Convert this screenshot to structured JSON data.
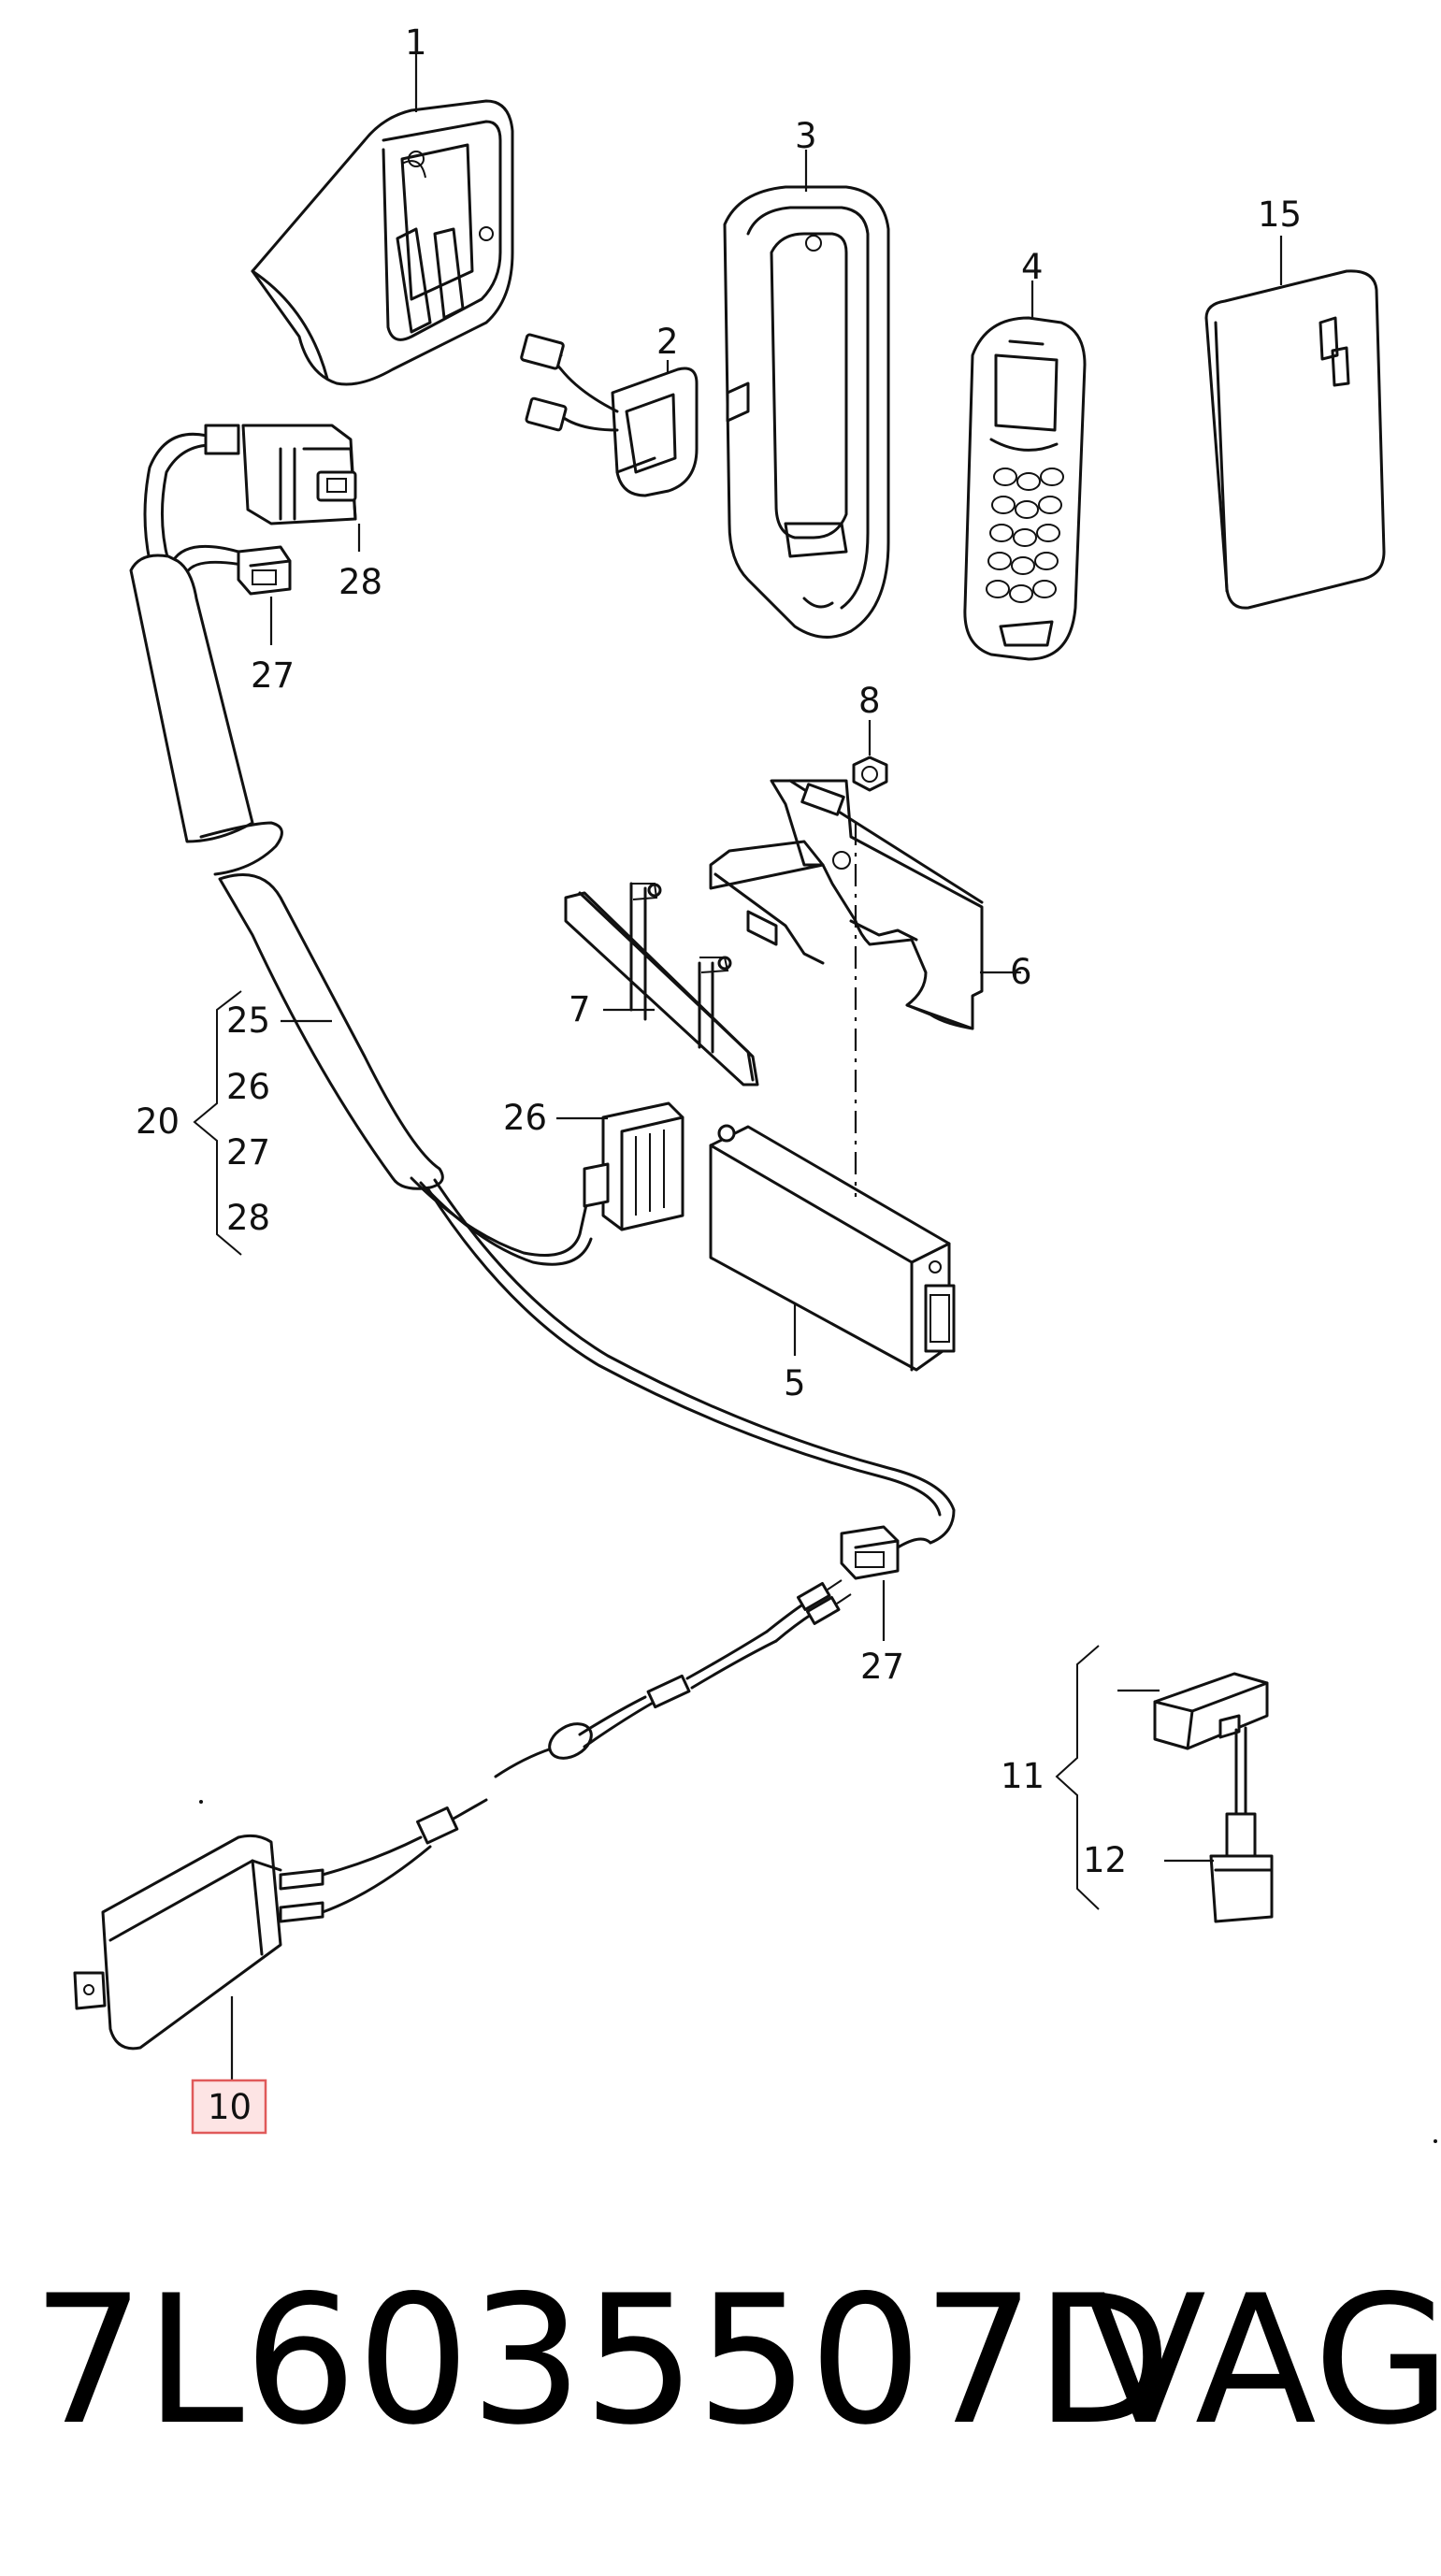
{
  "labels": {
    "p1": "1",
    "p2": "2",
    "p3": "3",
    "p4": "4",
    "p15": "15",
    "p28a": "28",
    "p27a": "27",
    "p8": "8",
    "p6": "6",
    "p7": "7",
    "p25": "25",
    "p26": "26",
    "p27": "27",
    "p28": "28",
    "p20": "20",
    "p26b": "26",
    "p5": "5",
    "p27b": "27",
    "p11": "11",
    "p12": "12",
    "p10": "10"
  },
  "highlight_color": "#e05a5a",
  "footer": {
    "part_number": "7L6035507D",
    "brand": "VAG"
  }
}
